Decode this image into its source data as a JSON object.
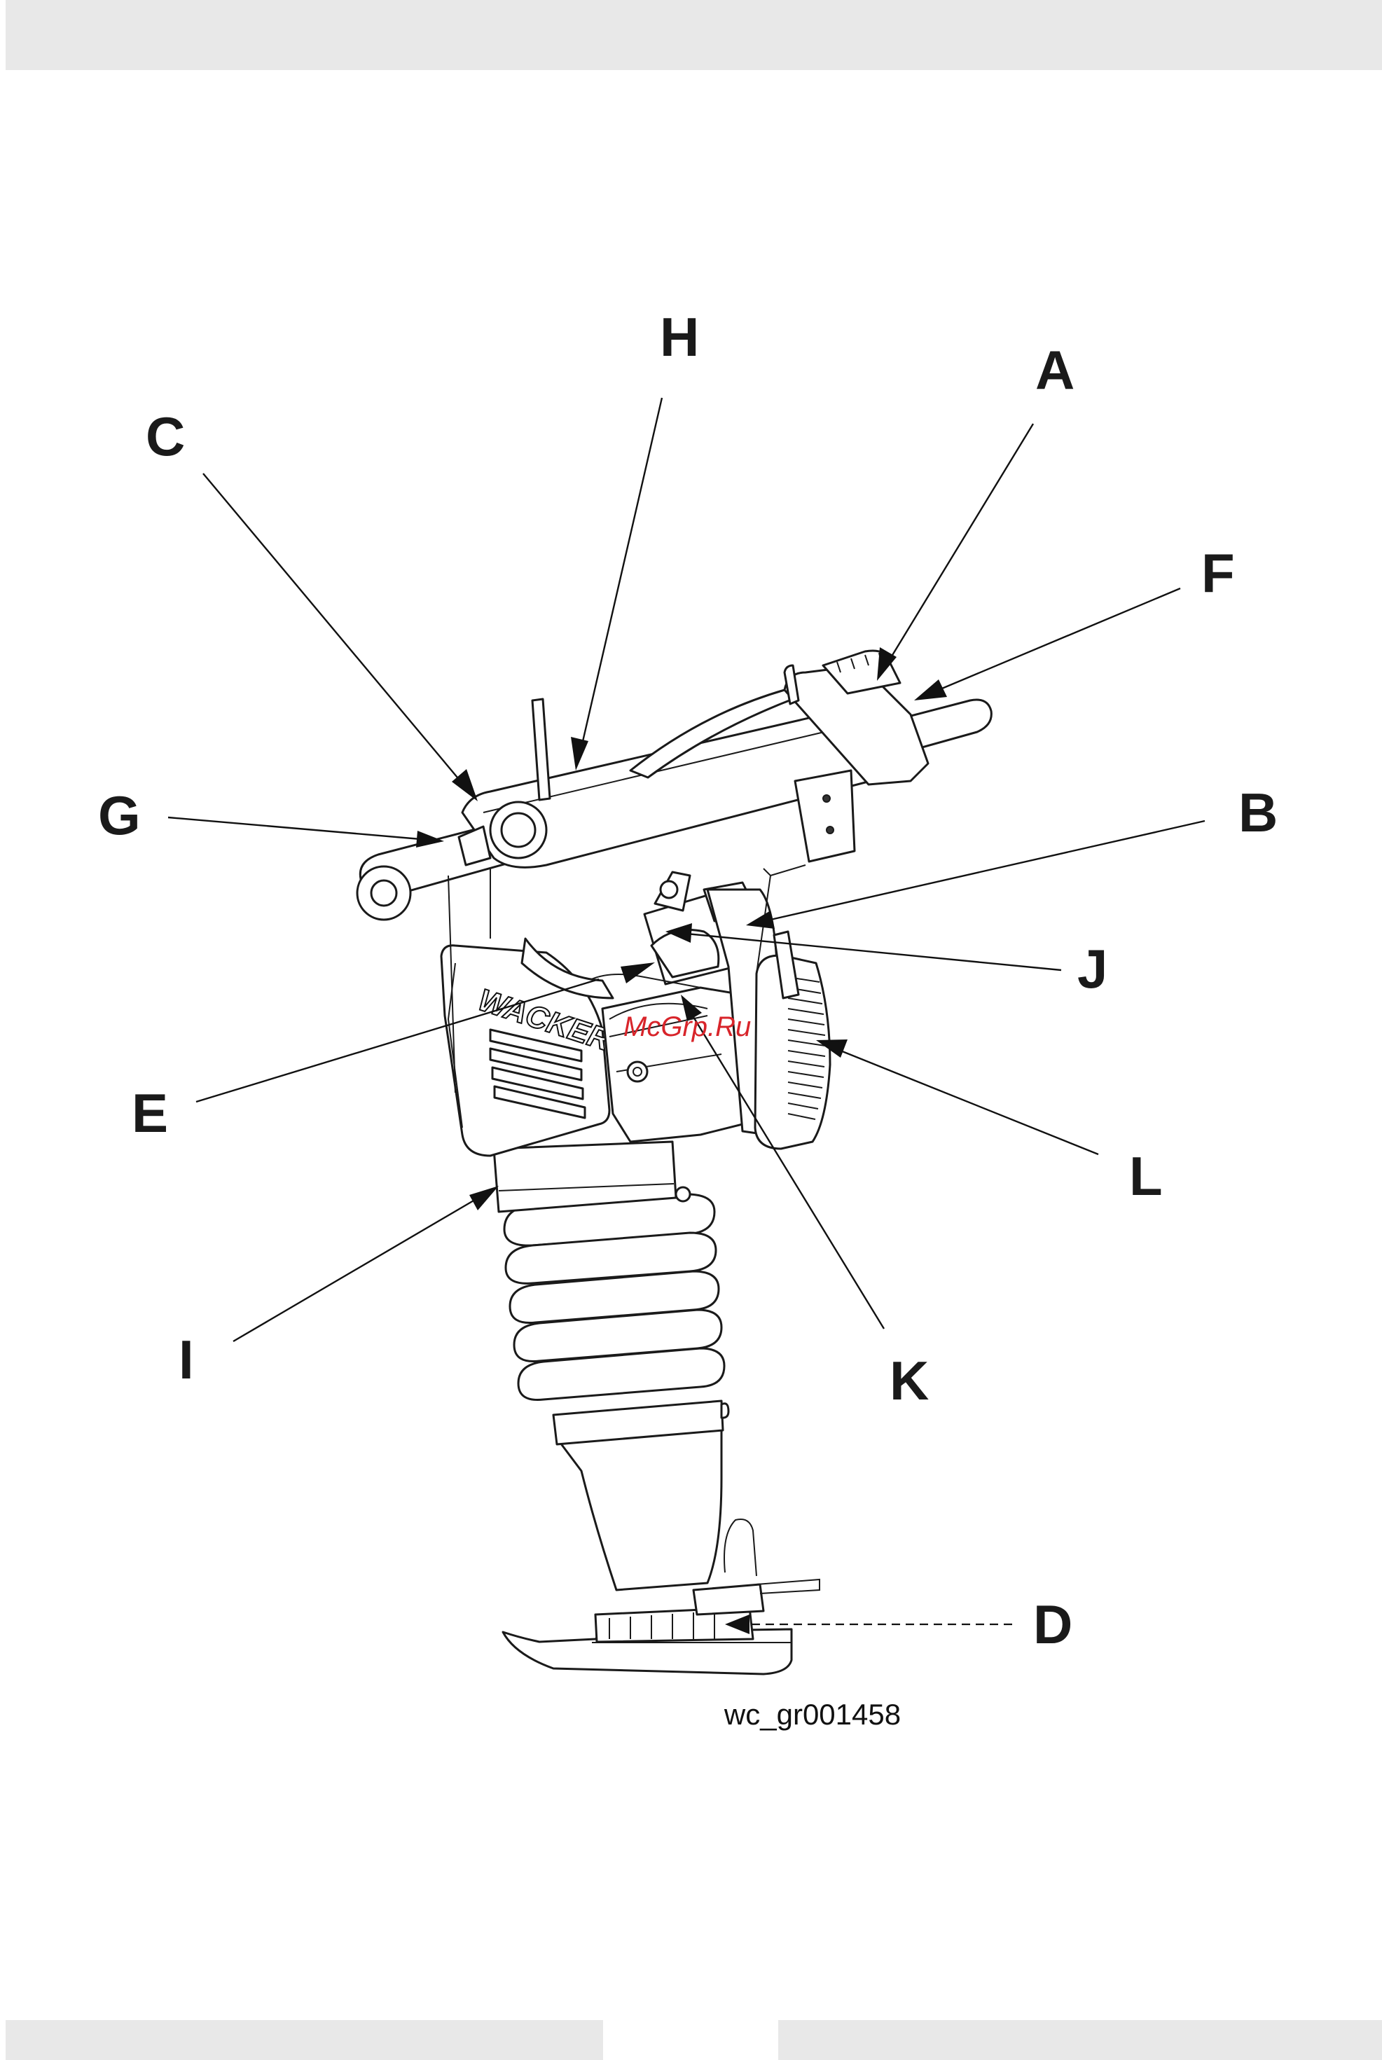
{
  "figure": {
    "id_label": "wc_gr001458",
    "watermark": "McGrp.Ru",
    "machine_brand": "WACKER"
  },
  "callouts": [
    {
      "letter": "A"
    },
    {
      "letter": "B"
    },
    {
      "letter": "C"
    },
    {
      "letter": "D"
    },
    {
      "letter": "E"
    },
    {
      "letter": "F"
    },
    {
      "letter": "G"
    },
    {
      "letter": "H"
    },
    {
      "letter": "I"
    },
    {
      "letter": "J"
    },
    {
      "letter": "K"
    },
    {
      "letter": "L"
    }
  ]
}
